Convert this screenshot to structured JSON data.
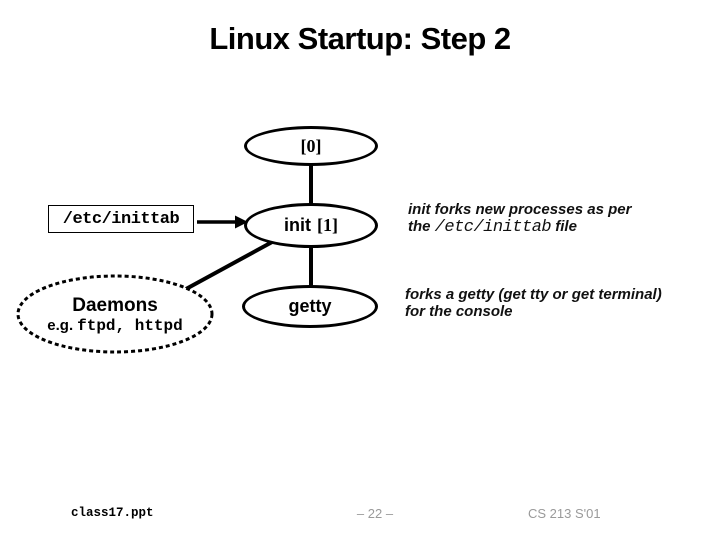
{
  "title": "Linux Startup: Step 2",
  "diagram": {
    "process0": {
      "pid": "[0]"
    },
    "init": {
      "name": "init",
      "pid": "[1]"
    },
    "getty": {
      "label": "getty"
    },
    "daemons": {
      "title": "Daemons",
      "eg_prefix": "e.g.",
      "eg_code": "ftpd, httpd"
    },
    "inittab_box": {
      "label": "/etc/inittab"
    }
  },
  "annotations": {
    "init_note": {
      "line1": "init forks new processes as per",
      "line2_pre": "the",
      "line2_code": "/etc/inittab",
      "line2_post": "file"
    },
    "getty_note": {
      "line1": "forks a getty (get tty or get terminal)",
      "line2": "for the console"
    }
  },
  "footer": {
    "filename": "class17.ppt",
    "page_number": "– 22 –",
    "course": "CS 213 S'01"
  },
  "colors": {
    "ink": "#000000",
    "footer_gray": "#9a9a9a",
    "background": "#ffffff"
  }
}
